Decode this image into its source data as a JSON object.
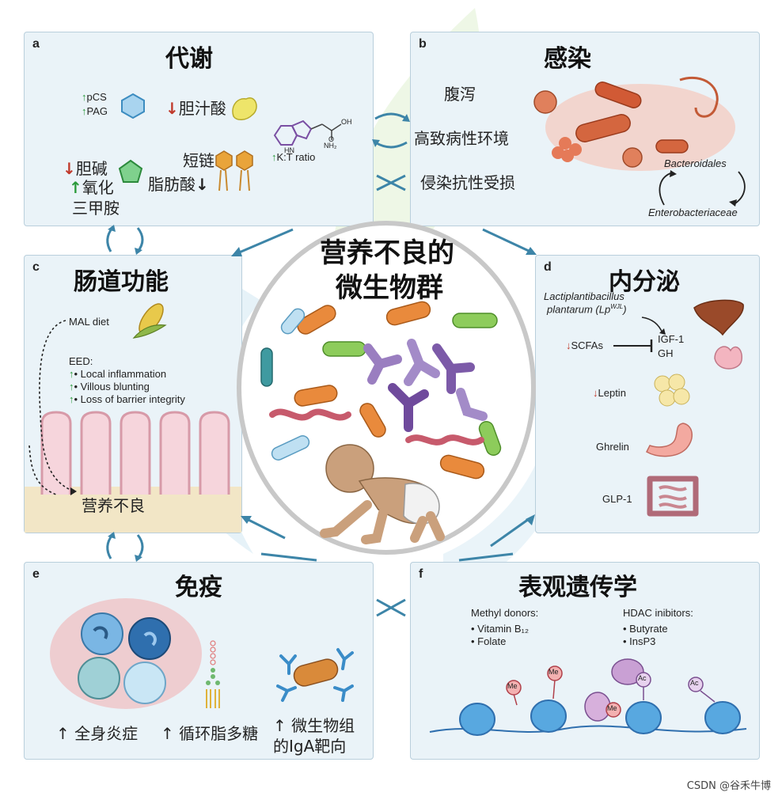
{
  "center": {
    "title_line1": "营养不良的",
    "title_line2": "微生物群"
  },
  "panel_a": {
    "letter": "a",
    "title": "代谢",
    "pcs": "pCS",
    "pag": "PAG",
    "bile_acid": "胆汁酸",
    "choline_line1": "胆碱",
    "choline_line2": "氧化",
    "choline_line3": "三甲胺",
    "scfa_line1": "短链",
    "scfa_line2": "脂肪酸",
    "kt_ratio": "K:T ratio",
    "mol_hn": "HN",
    "mol_nh2": "NH₂",
    "mol_oh": "OH",
    "mol_o": "O"
  },
  "panel_b": {
    "letter": "b",
    "title": "感染",
    "item1": "腹泻",
    "item2": "高致病性环境",
    "item3": "侵染抗性受损",
    "bacteroidales": "Bacteroidales",
    "enterobacteriaceae": "Enterobacteriaceae"
  },
  "panel_c": {
    "letter": "c",
    "title": "肠道功能",
    "mal_diet": "MAL diet",
    "eed": "EED:",
    "eed_items": [
      "• Local inflammation",
      "• Villous blunting",
      "• Loss of barrier integrity"
    ],
    "malnutrition": "营养不良"
  },
  "panel_d": {
    "letter": "d",
    "title": "内分泌",
    "lp_line1": "Lactiplantibacillus",
    "lp_line2": "plantarum (Lp",
    "lp_sup": "WJL",
    "lp_close": ")",
    "igf1": "IGF-1",
    "gh": "GH",
    "scfas": "SCFAs",
    "leptin": "Leptin",
    "ghrelin": "Ghrelin",
    "glp1": "GLP-1"
  },
  "panel_e": {
    "letter": "e",
    "title": "免疫",
    "item1": "全身炎症",
    "item2": "循环脂多糖",
    "item3_line1": "微生物组",
    "item3_line2": "的IgA靶向"
  },
  "panel_f": {
    "letter": "f",
    "title": "表观遗传学",
    "methyl_donors": "Methyl donors:",
    "methyl_items": [
      "• Vitamin B₁₂",
      "• Folate"
    ],
    "hdac": "HDAC inibitors:",
    "hdac_items": [
      "• Butyrate",
      "• InsP3"
    ],
    "me": "Me",
    "ac": "Ac"
  },
  "arrow_up": "↑",
  "arrow_down": "↓",
  "watermark": "CSDN @谷禾牛博",
  "colors": {
    "panel_bg": "#eaf3f8",
    "panel_border": "#b9cfdc",
    "arrow": "#3d85a8",
    "up": "#2a9a3a",
    "down": "#c0392b"
  }
}
